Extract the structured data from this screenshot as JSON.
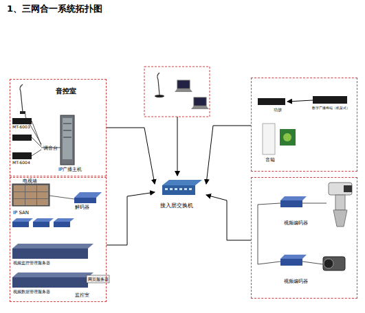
{
  "diagram": {
    "title": "1、三网合一系统拓扑图",
    "nodes": [
      {
        "text": [
          "音控室",
          "MT-6003",
          "MT-6004",
          "调音台",
          "IP广播主机"
        ]
      },
      {
        "text": [
          "功放",
          "数字广播终端（机架式）",
          "音箱"
        ]
      },
      {
        "text": [
          "接入层交换机"
        ]
      },
      {
        "text": [
          "电视墙",
          "解码器",
          "IP SAN",
          "视频监控管理服务器",
          "视频数据管理服务器",
          "网页服务器",
          "监控室"
        ]
      },
      {
        "text": [
          "视频编码器",
          "视频编码器"
        ]
      }
    ],
    "edges": [
      {
        "from": 0,
        "to": 2,
        "arrow": "to"
      },
      {
        "from": 1,
        "to": 2,
        "arrow": "to"
      },
      {
        "from": 3,
        "to": 2,
        "arrow": "to"
      },
      {
        "from": 4,
        "to": 2,
        "arrow": "to"
      }
    ]
  }
}
